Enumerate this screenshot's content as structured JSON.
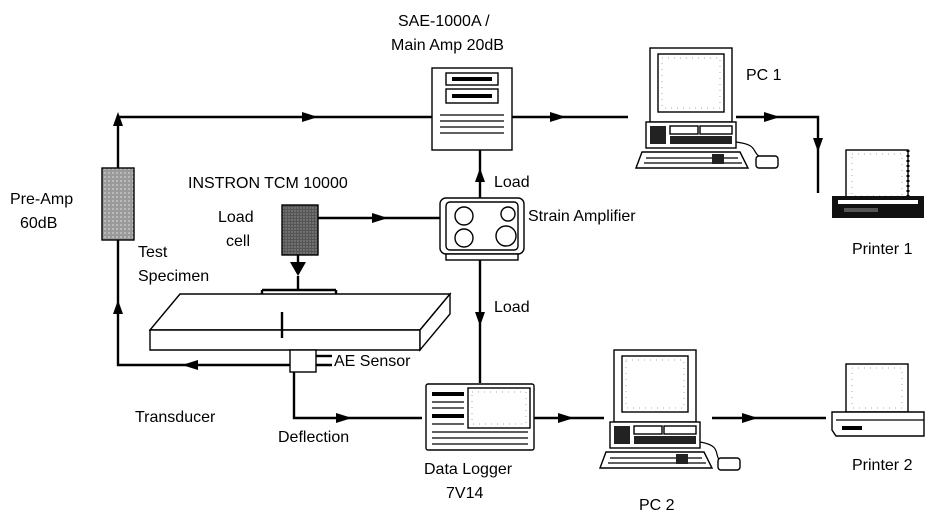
{
  "labels": {
    "main_amp_line1": "SAE-1000A /",
    "main_amp_line2": "Main Amp 20dB",
    "pc1": "PC 1",
    "instron": "INSTRON TCM 10000",
    "pre_amp_line1": "Pre-Amp",
    "pre_amp_line2": "60dB",
    "load_cell_line1": "Load",
    "load_cell_line2": "cell",
    "strain_amplifier": "Strain Amplifier",
    "load_upper": "Load",
    "load_lower": "Load",
    "printer1": "Printer 1",
    "test_specimen_line1": "Test",
    "test_specimen_line2": "Specimen",
    "ae_sensor": "AE Sensor",
    "transducer": "Transducer",
    "deflection": "Deflection",
    "data_logger_line1": "Data Logger",
    "data_logger_line2": "7V14",
    "pc2": "PC 2",
    "printer2": "Printer 2"
  },
  "colors": {
    "line": "#000000",
    "preamp_fill": "#b8b8b8",
    "loadcell_fill": "#7a7a7a"
  }
}
